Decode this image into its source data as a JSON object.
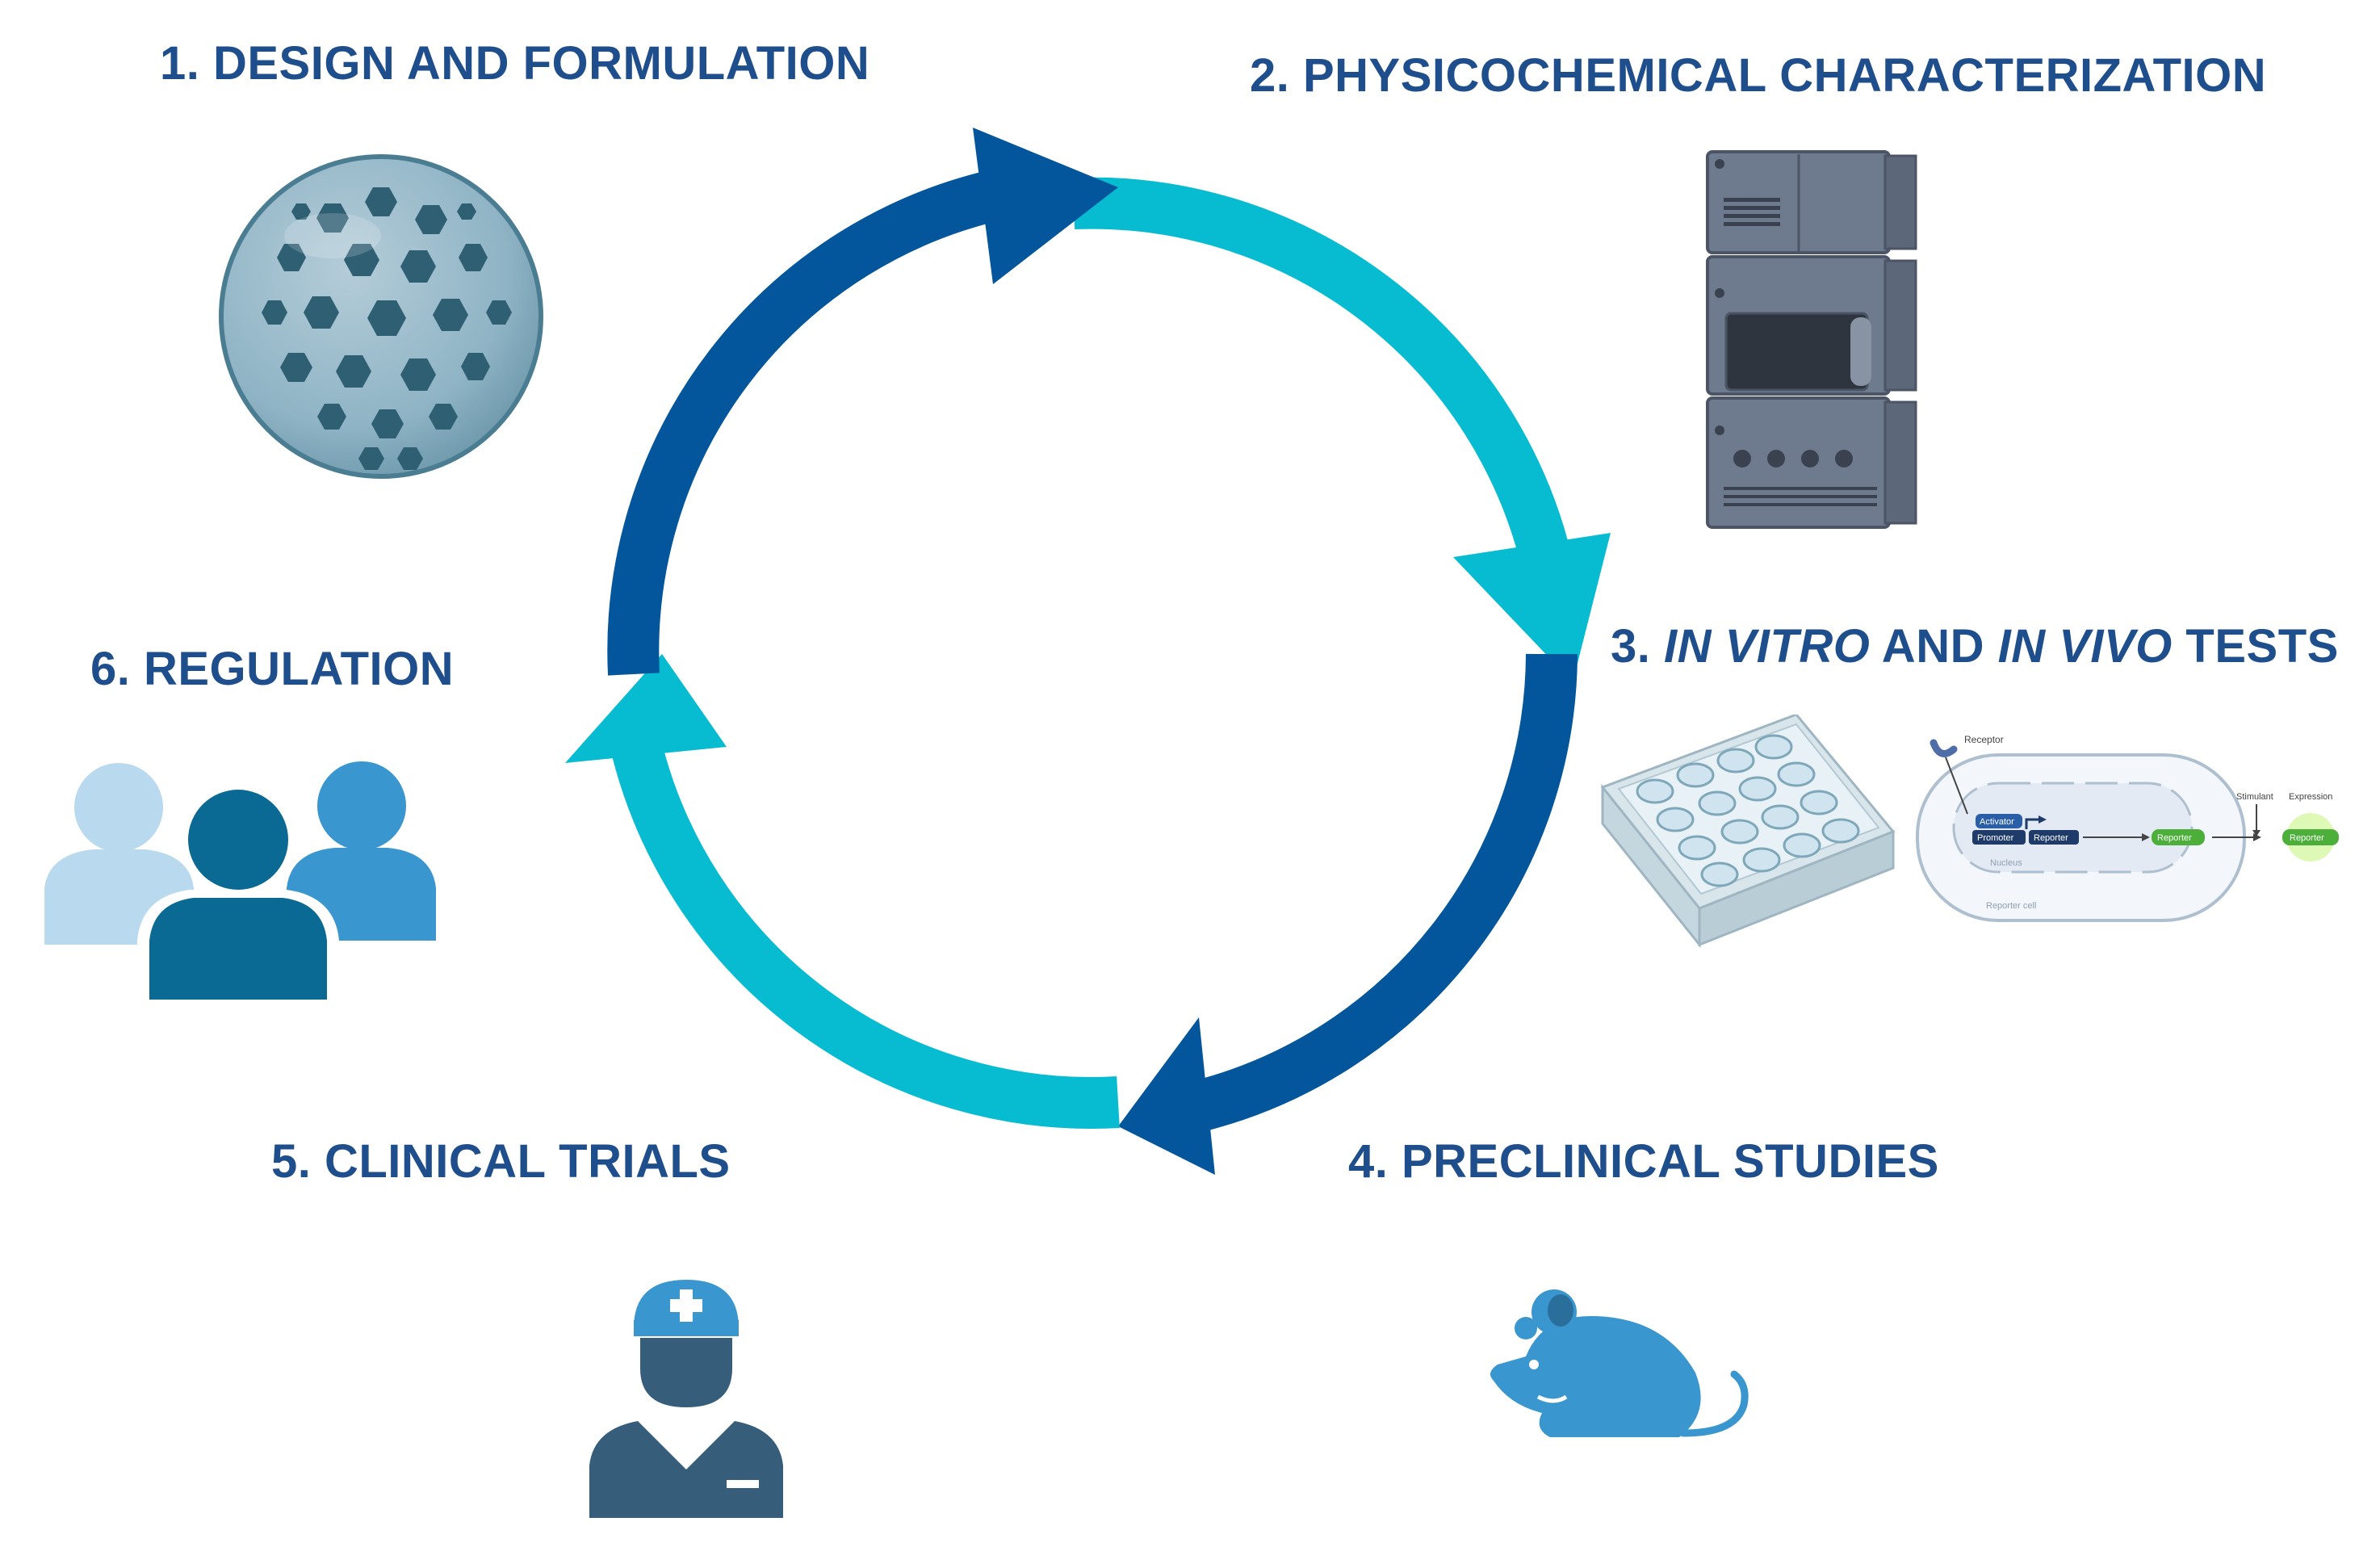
{
  "colors": {
    "title": "#1f4e8c",
    "dark_arrow": "#03569b",
    "light_arrow": "#07bcd1",
    "sphere": "#8fb4c5",
    "instrument": "#6e7b8e",
    "people_light": "#b9daee",
    "people_dark": "#0b6a94",
    "people_mid": "#3a96cf",
    "nurse": "#365d7a",
    "nurse_cap": "#3a96cf",
    "mouse": "#3a96cf",
    "reporter_green": "#4caf3a"
  },
  "steps": {
    "s1": "1. DESIGN AND FORMULATION",
    "s2": "2. PHYSICOCHEMICAL CHARACTERIZATION",
    "s3_prefix": "3. ",
    "s3_italic_1": "IN VITRO",
    "s3_mid": " AND ",
    "s3_italic_2": "IN VIVO",
    "s3_suffix": " TESTS",
    "s4": "4. PRECLINICAL STUDIES",
    "s5": "5. CLINICAL TRIALS",
    "s6": "6. REGULATION"
  },
  "icons": {
    "s1": "nanoparticle-sphere-icon",
    "s2": "hplc-instrument-icon",
    "s3a": "well-plate-icon",
    "s3b": "reporter-cell-assay-icon",
    "s4": "mouse-icon",
    "s5": "nurse-icon",
    "s6": "people-group-icon"
  },
  "reporter_diagram": {
    "receptor": "Receptor",
    "activator": "Activator",
    "promoter": "Promoter",
    "reporter": "Reporter",
    "nucleus": "Nucleus",
    "reporter_cell": "Reporter cell",
    "stimulant": "Stimulant",
    "expression": "Expression"
  }
}
